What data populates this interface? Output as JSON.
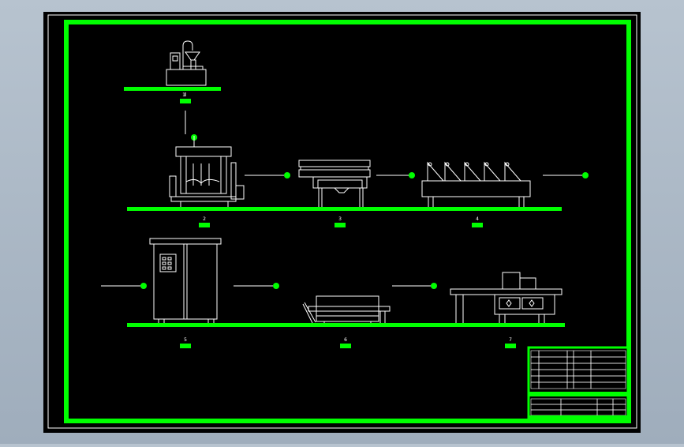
{
  "colors": {
    "background": "#000000",
    "border": "#00ff00",
    "drawing_line": "#ffffff",
    "node": "#00ff00",
    "app_frame": "#a9b6c4"
  },
  "drawing": {
    "station_labels": [
      "1",
      "2",
      "3",
      "4",
      "5",
      "6",
      "7"
    ],
    "equipment": {
      "top": "small-mixer-with-faucet-icon",
      "row1": [
        "mixing-tank-machine-icon",
        "press-table-machine-icon",
        "roller-conveyor-machine-icon"
      ],
      "row2": [
        "proofing-cabinet-icon",
        "conveyor-oven-icon",
        "packaging-table-machine-icon"
      ]
    }
  },
  "title_block": {
    "parts_table": [
      [
        "",
        "",
        "",
        "",
        ""
      ],
      [
        "",
        "",
        "",
        "",
        ""
      ],
      [
        "",
        "",
        "",
        "",
        ""
      ],
      [
        "",
        "",
        "",
        "",
        ""
      ],
      [
        "",
        "",
        "",
        "",
        ""
      ],
      [
        "",
        "",
        "",
        "",
        ""
      ]
    ],
    "header_rows": [
      [
        "",
        "",
        "",
        ""
      ],
      [
        "",
        "",
        "",
        ""
      ],
      [
        "",
        "",
        "",
        ""
      ]
    ]
  }
}
